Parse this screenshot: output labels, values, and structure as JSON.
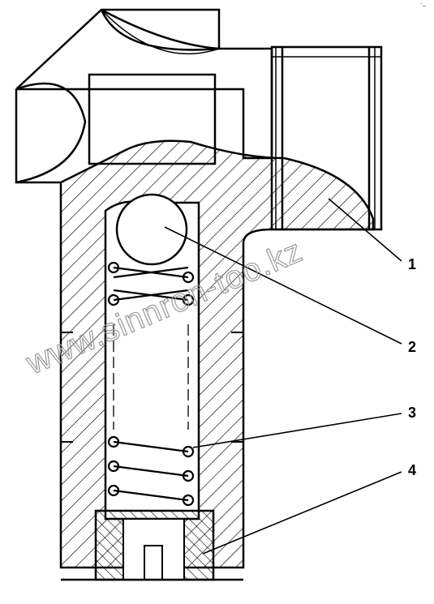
{
  "figure": {
    "labels": [
      {
        "id": "callout-1",
        "text": "1"
      },
      {
        "id": "callout-2",
        "text": "2"
      },
      {
        "id": "callout-3",
        "text": "3"
      },
      {
        "id": "callout-4",
        "text": "4"
      }
    ],
    "watermark": "www.sinnron-too.kz",
    "corner_mark": "´−"
  },
  "colors": {
    "line": "#000000",
    "hatch": "#000000",
    "background": "#ffffff",
    "watermark": "#9a9a9a"
  }
}
